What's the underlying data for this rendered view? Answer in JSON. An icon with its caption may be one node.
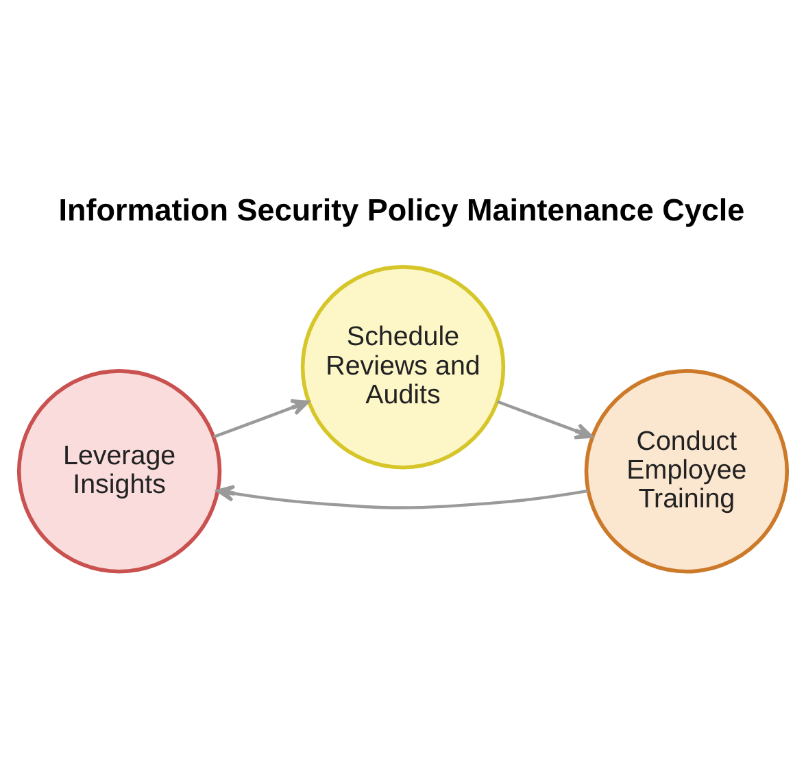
{
  "diagram": {
    "title": "Information Security Policy Maintenance Cycle",
    "nodes": [
      {
        "text": [
          "Schedule Reviews and Audits"
        ]
      },
      {
        "text": [
          "Conduct Employee Training"
        ]
      },
      {
        "text": [
          "Leverage Insights"
        ]
      }
    ],
    "edges": [
      {
        "from": 0,
        "to": 1,
        "arrow": "to"
      },
      {
        "from": 1,
        "to": 2,
        "arrow": "to"
      },
      {
        "from": 2,
        "to": 0,
        "arrow": "to"
      }
    ]
  }
}
